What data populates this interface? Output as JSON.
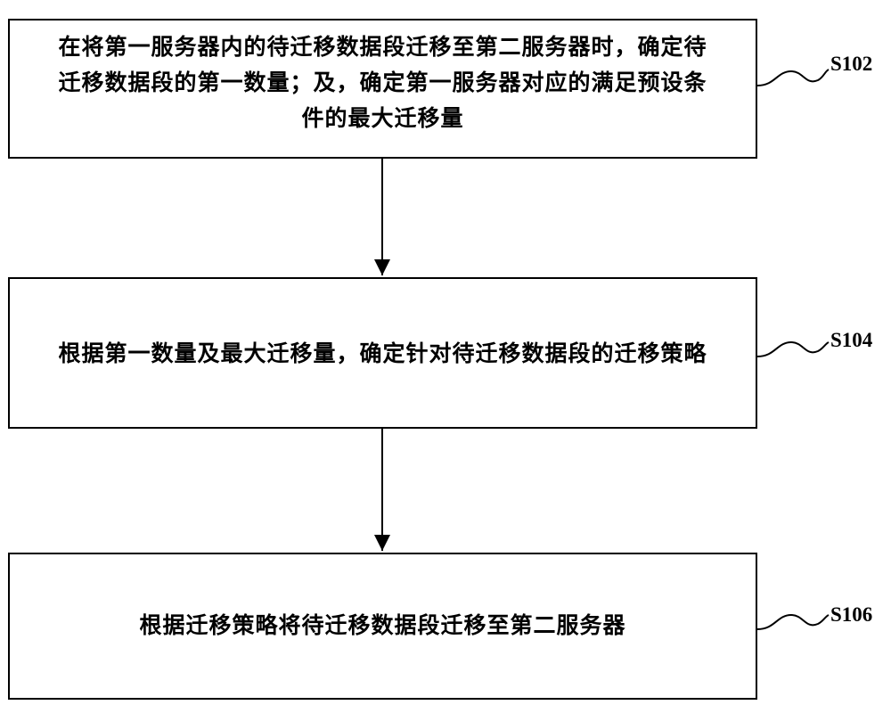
{
  "steps": [
    {
      "lines": [
        "在将第一服务器内的待迁移数据段迁移至第二服务器时，确定待",
        "迁移数据段的第一数量；及，确定第一服务器对应的满足预设条",
        "件的最大迁移量"
      ],
      "label": "S102"
    },
    {
      "text": "根据第一数量及最大迁移量，确定针对待迁移数据段的迁移策略",
      "label": "S104"
    },
    {
      "text": "根据迁移策略将待迁移数据段迁移至第二服务器",
      "label": "S106"
    }
  ]
}
